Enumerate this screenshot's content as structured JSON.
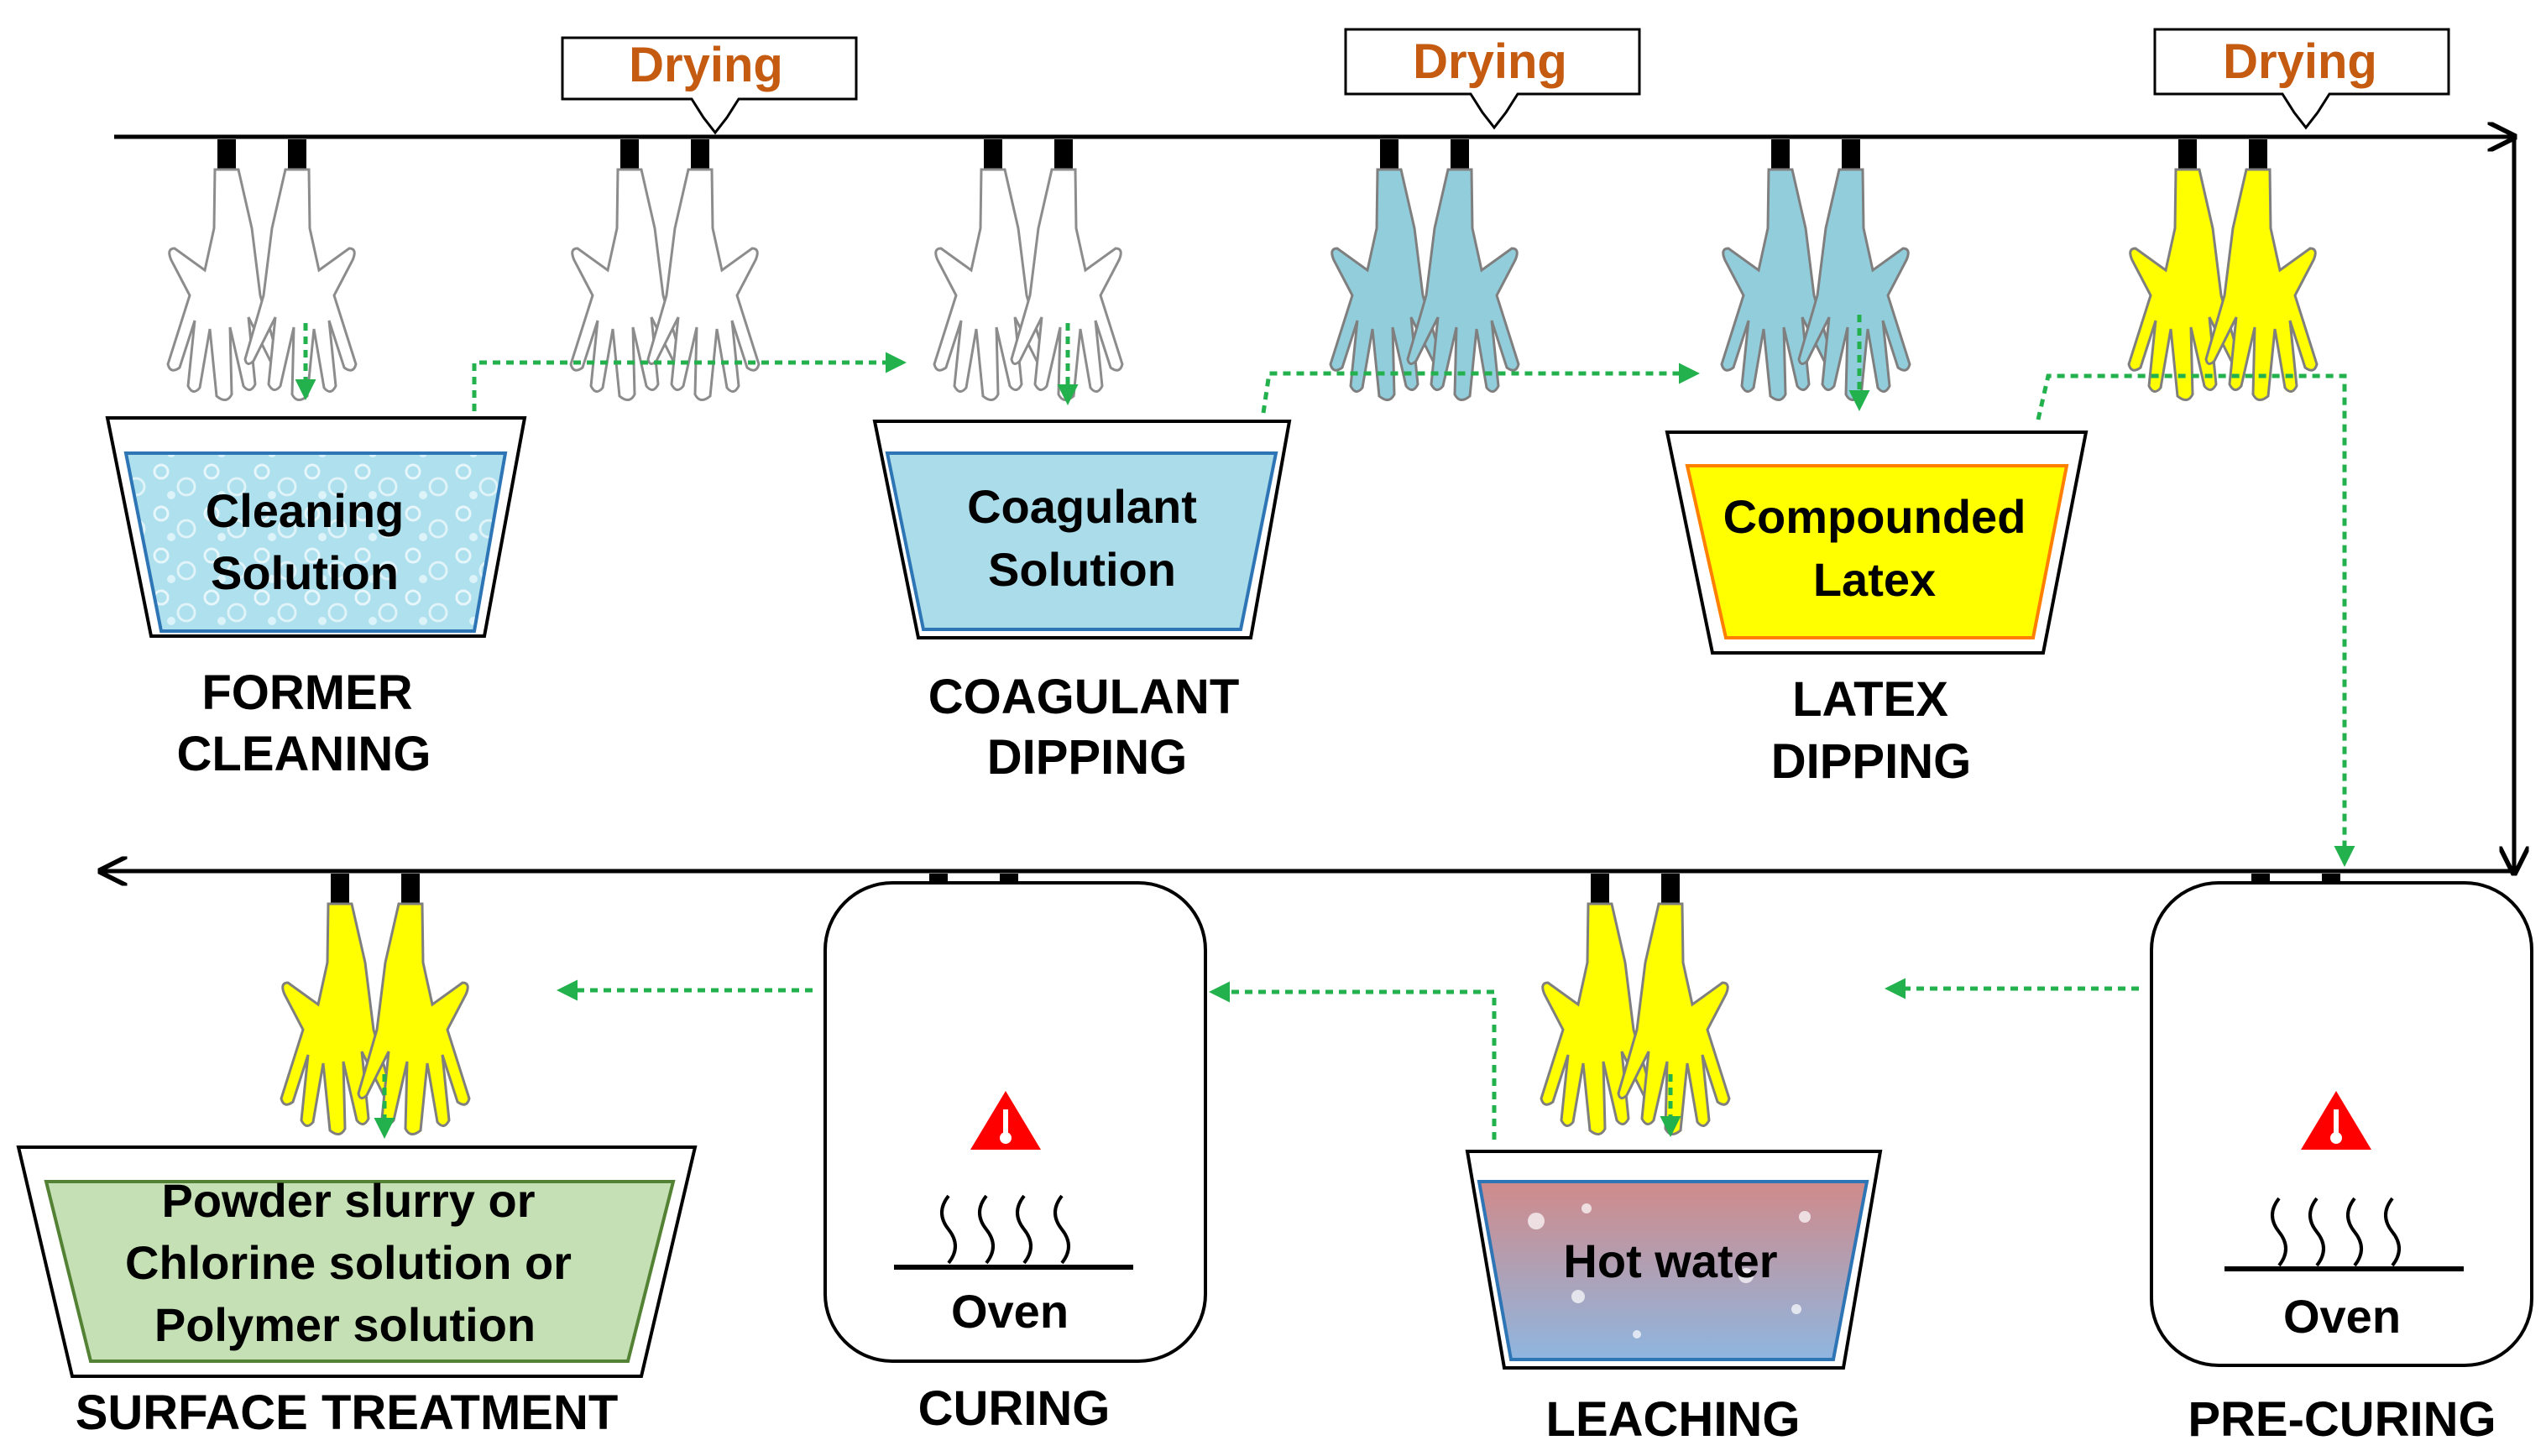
{
  "drying_labels": [
    "Drying",
    "Drying",
    "Drying"
  ],
  "tanks": {
    "cleaning": [
      "Cleaning",
      "Solution"
    ],
    "coagulant": [
      "Coagulant",
      "Solution"
    ],
    "latex": [
      "Compounded",
      "Latex"
    ],
    "hot_water": "Hot water",
    "surface": [
      "Powder slurry or",
      "Chlorine solution or",
      "Polymer solution"
    ]
  },
  "ovens": {
    "curing": "Oven",
    "pre_curing": "Oven"
  },
  "stages": {
    "former_cleaning": [
      "FORMER",
      "CLEANING"
    ],
    "coagulant_dipping": [
      "COAGULANT",
      "DIPPING"
    ],
    "latex_dipping": [
      "LATEX",
      "DIPPING"
    ],
    "pre_curing": "PRE-CURING",
    "leaching": "LEACHING",
    "curing": "CURING",
    "surface_treatment": "SURFACE TREATMENT"
  },
  "colors": {
    "former_white": "#ffffff",
    "coagulant_blue": "#92cddc",
    "latex_yellow": "#ffff00",
    "flow_green": "#22b14c",
    "drying_text": "#c55a11",
    "surface_green": "#c5e0b4",
    "hazard_red": "#ff0000"
  },
  "icons": [
    "hand-glove-icon",
    "heat-warning-icon",
    "heat-waves-icon",
    "arrow-icon"
  ]
}
